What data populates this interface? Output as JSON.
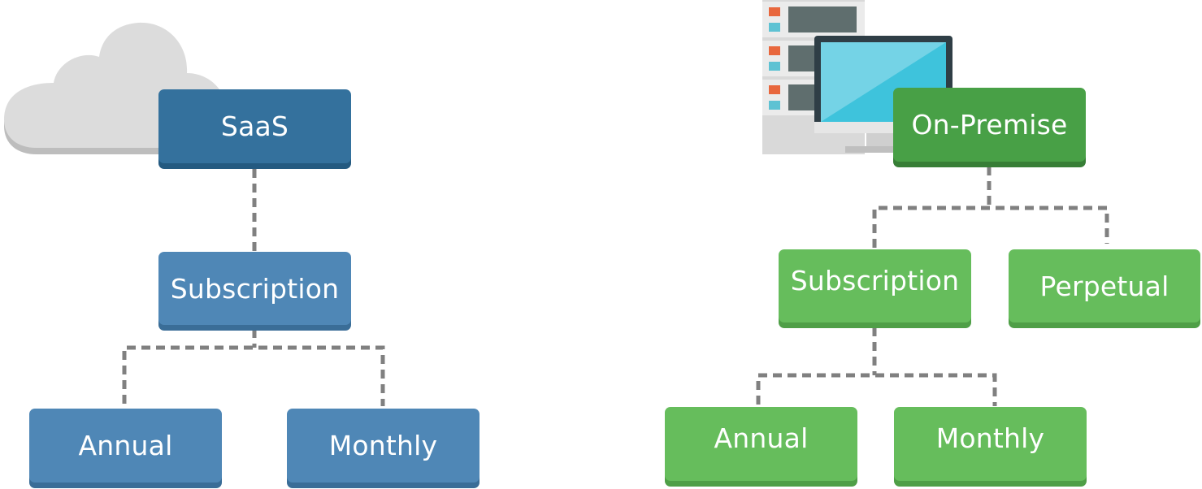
{
  "saas": {
    "root_label": "SaaS",
    "subscription_label": "Subscription",
    "annual_label": "Annual",
    "monthly_label": "Monthly"
  },
  "on_premise": {
    "root_label": "On-Premise",
    "subscription_label": "Subscription",
    "perpetual_label": "Perpetual",
    "annual_label": "Annual",
    "monthly_label": "Monthly"
  },
  "icons": {
    "saas": "cloud-icon",
    "on_premise": "server-monitor-icon"
  },
  "colors": {
    "saas_root": "#34719d",
    "saas_child": "#4f87b6",
    "on_premise_root": "#48a046",
    "on_premise_child": "#66bd5c",
    "connector": "#808080"
  }
}
